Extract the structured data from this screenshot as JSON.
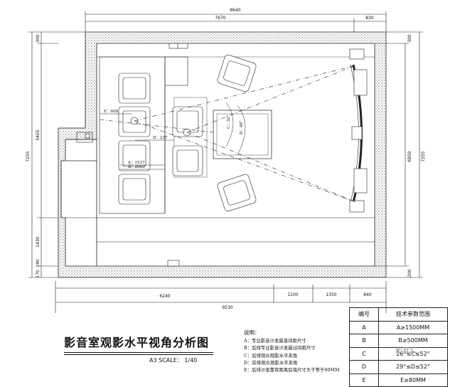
{
  "title": "影音室观影水平视角分析图",
  "scale": "A3 SCALE： 1/40",
  "dimensions": {
    "top_total": "8640",
    "top_left": "7670",
    "top_right": "830",
    "bottom_total": "9530",
    "bottom_segments": [
      "6240",
      "1100",
      "1350",
      "840"
    ],
    "left_total": "7255",
    "left_segments": [
      "5405",
      "1430",
      "170",
      "190"
    ],
    "left_small": "300",
    "right_total": "7255",
    "right_inner": "6850",
    "right_small": "300",
    "right_small_bottom": "200"
  },
  "plan_labels": {
    "e_dim": "E：608",
    "d_dim": "D：237",
    "b_dim": "B：2063",
    "a_dim": "A：1537",
    "c_angle": "C：32°",
    "d_angle": "D：48°"
  },
  "notes": {
    "heading": "说明：",
    "items": [
      "A：专业影音沙发最普间距尺寸",
      "B：后排专业影音沙发最过间距尺寸",
      "C：后排观众观影水平夹角",
      "D：前排观众观影水平夹角",
      "E：后排沙发靠背距离后墙尺寸大于等于80MM"
    ]
  },
  "param_table": {
    "headers": [
      "编号",
      "技术参数范围"
    ],
    "rows": [
      [
        "A",
        "A≥1500MM"
      ],
      [
        "B",
        "B≥500MM"
      ],
      [
        "C",
        "26°≤C≤52°"
      ],
      [
        "D",
        "29°≤D≤52°"
      ],
      [
        "E",
        "E≥80MM"
      ]
    ]
  },
  "watermark": "影音汇"
}
